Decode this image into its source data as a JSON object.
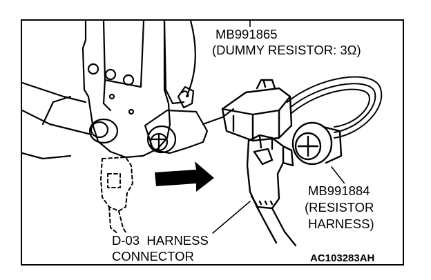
{
  "diagram": {
    "dummy_resistor": {
      "part_number": "MB991865",
      "description": "(DUMMY RESISTOR: 3Ω)"
    },
    "resistor_harness": {
      "part_number": "MB991884",
      "line2": "(RESISTOR",
      "line3": "HARNESS)"
    },
    "harness_connector": {
      "line1": "D-03  HARNESS",
      "line2": "CONNECTOR"
    },
    "figure_code": "AC103283AH"
  }
}
